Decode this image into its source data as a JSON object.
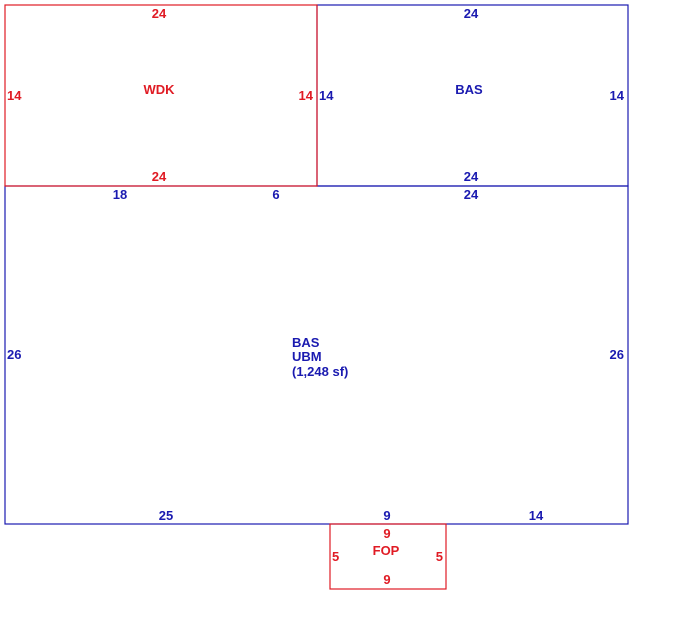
{
  "colors": {
    "blue": "#1a1ab0",
    "red": "#e01b24"
  },
  "wdk": {
    "label": "WDK",
    "top": "24",
    "bottom": "24",
    "left": "14",
    "right": "14"
  },
  "bas_upper": {
    "label": "BAS",
    "top": "24",
    "bottom": "24",
    "left": "14",
    "right": "14"
  },
  "bas_main": {
    "line1": "BAS",
    "line2": "UBM",
    "line3": "(1,248 sf)",
    "top_left": "18",
    "top_mid": "6",
    "top_right": "24",
    "left": "26",
    "right": "26",
    "bottom_left": "25",
    "bottom_mid": "9",
    "bottom_right": "14"
  },
  "fop": {
    "label": "FOP",
    "top": "9",
    "bottom": "9",
    "left": "5",
    "right": "5"
  }
}
